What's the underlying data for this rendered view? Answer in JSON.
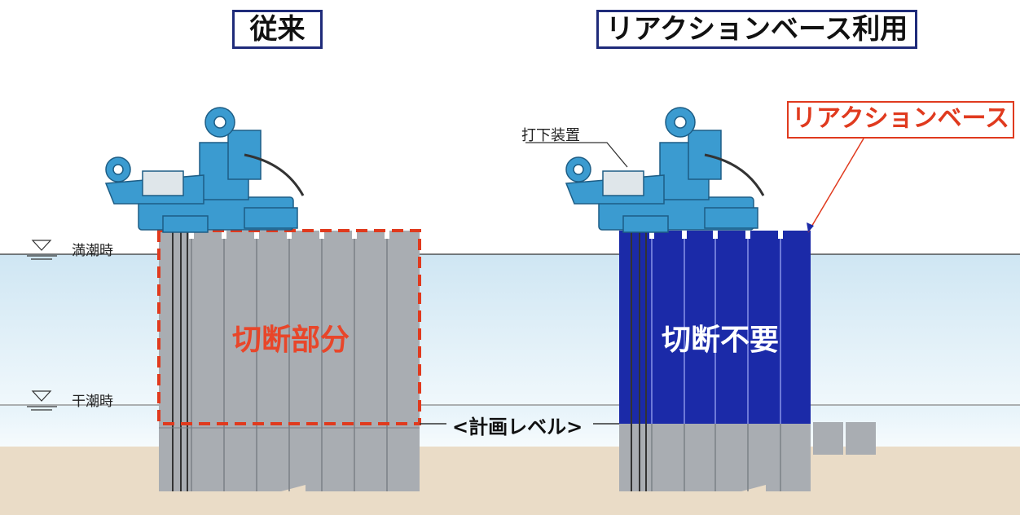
{
  "left_panel": {
    "title": "従来",
    "high_tide_label": "満潮時",
    "low_tide_label": "干潮時",
    "cut_label": "切断部分"
  },
  "right_panel": {
    "title": "リアクションベース利用",
    "reaction_base_label": "リアクションベース",
    "driver_label": "打下装置",
    "no_cut_label": "切断不要"
  },
  "plan_level_label": "<計画レベル>",
  "colors": {
    "water_top": "#cfe6f3",
    "water_bottom": "#eef7fb",
    "ground": "#eadcc7",
    "pile_gray": "#a9adb2",
    "pile_dark": "#6f7479",
    "machine_blue": "#3b9bd0",
    "reaction_blue": "#1b2aa8",
    "accent_red": "#e03a1e",
    "title_border": "#1f2b7a"
  }
}
